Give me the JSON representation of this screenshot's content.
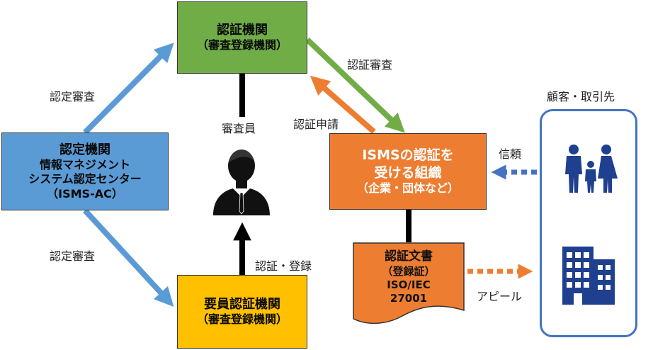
{
  "accreditation_body": {
    "title": "認定機関",
    "lines": [
      "情報マネジメント",
      "システム認定センター",
      "（ISMS-AC）"
    ]
  },
  "certification_body": {
    "title": "認証機関",
    "subtitle": "（審査登録機関）"
  },
  "personnel_cert_body": {
    "title": "要員認証機関",
    "subtitle": "（審査登録機関）"
  },
  "organization": {
    "lines": [
      "ISMSの認証を",
      "受ける組織"
    ],
    "subtitle": "（企業・団体など）"
  },
  "certificate": {
    "title": "認証文書",
    "lines": [
      "（登録証）",
      "ISO/IEC",
      "27001"
    ]
  },
  "auditor": {
    "label": "審査員"
  },
  "customers": {
    "label": "顧客・取引先"
  },
  "edge_labels": {
    "accreditation_top": "認定審査",
    "accreditation_bottom": "認定審査",
    "certification_audit": "認証審査",
    "certification_application": "認証申請",
    "registration": "認証・登録",
    "trust": "信頼",
    "appeal": "アピール"
  },
  "colors": {
    "accreditation": "#5b9bd5",
    "certification": "#70ad47",
    "personnel": "#ffc000",
    "organization": "#ed7d31",
    "customer_border": "#4472c4",
    "icon_navy": "#1f3f8f",
    "arrow_blue": "#5b9bd5",
    "arrow_green": "#70ad47",
    "arrow_orange": "#ed7d31",
    "arrow_navy": "#4472c4"
  },
  "icons": {
    "auditor": "business-person-icon",
    "customers": "family-icon",
    "company": "office-building-icon"
  }
}
